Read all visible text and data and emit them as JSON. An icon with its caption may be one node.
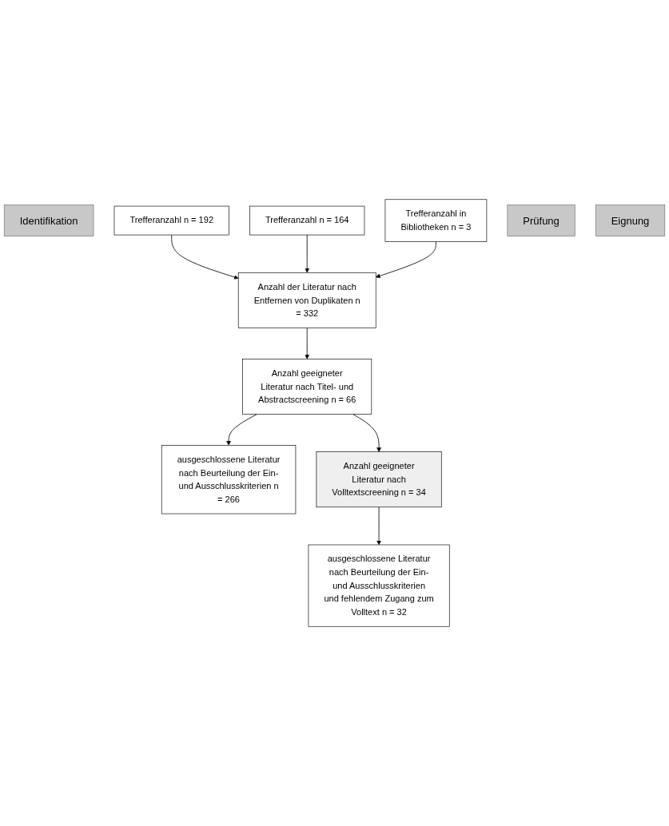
{
  "diagram": {
    "nodes": [
      {
        "text": [
          "Identifikation"
        ]
      },
      {
        "text": [
          "Trefferanzahl n = 192"
        ]
      },
      {
        "text": [
          "Trefferanzahl n = 164"
        ]
      },
      {
        "text": [
          "Trefferanzahl in Bibliotheken n = 3"
        ]
      },
      {
        "text": [
          "Anzahl der Literatur nach Entfernen von Duplikaten n = 332"
        ]
      },
      {
        "text": [
          "Prüfung"
        ]
      },
      {
        "text": [
          "Anzahl geeigneter Literatur nach Titel- und Abstractscreening n = 66"
        ]
      },
      {
        "text": [
          "ausgeschlossene Literatur nach Beurteilung der Ein- und Ausschlusskriterien n = 266"
        ]
      },
      {
        "text": [
          "Eignung"
        ]
      },
      {
        "text": [
          "Anzahl geeigneter Literatur nach Volltextscreening n = 34"
        ]
      },
      {
        "text": [
          "ausgeschlossene Literatur nach Beurteilung der Ein- und Ausschlusskriterien und fehlendem Zugang zum Volltext n = 32"
        ]
      }
    ],
    "edges": [
      {
        "from": 1,
        "to": 4,
        "arrow": "to"
      },
      {
        "from": 2,
        "to": 4,
        "arrow": "to"
      },
      {
        "from": 3,
        "to": 4,
        "arrow": "to"
      },
      {
        "from": 4,
        "to": 6,
        "arrow": "to"
      },
      {
        "from": 6,
        "to": 7,
        "arrow": "to"
      },
      {
        "from": 6,
        "to": 9,
        "arrow": "to"
      },
      {
        "from": 9,
        "to": 10,
        "arrow": "to"
      }
    ]
  }
}
